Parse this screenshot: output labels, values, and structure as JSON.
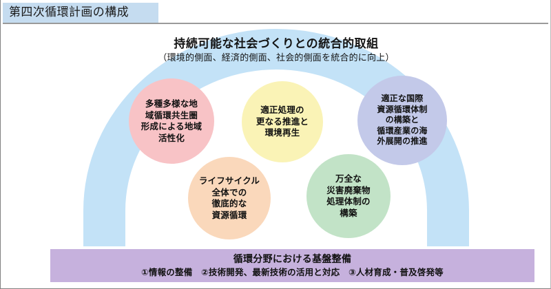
{
  "slide": {
    "title": "第四次循環計画の構成"
  },
  "arch": {
    "headline": "持続可能な社会づくりとの統合的取組",
    "subline": "（環境的側面、経済的側面、社会的側面を統合的に向上）",
    "color": "#c3e2f7"
  },
  "circles": [
    {
      "id": "regional",
      "label": "多種多様な地\n域循環共生圏\n形成による地域\n活性化",
      "color": "#f8c3c6"
    },
    {
      "id": "treatment",
      "label": "適正処理の\n更なる推進と\n環境再生",
      "color": "#faf3b6"
    },
    {
      "id": "international",
      "label": "適正な国際\n資源循環体制\nの構築と\n循環産業の海\n外展開の推進",
      "color": "#c3c9e9"
    },
    {
      "id": "lifecycle",
      "label": "ライフサイクル\n全体での\n徹底的な\n資源循環",
      "color": "#fad8bb"
    },
    {
      "id": "disaster",
      "label": "万全な\n災害廃棄物\n処理体制の\n構築",
      "color": "#c2e3c7"
    }
  ],
  "foundation": {
    "title": "循環分野における基盤整備",
    "items": "①情報の整備　②技術開発、最新技術の活用と対応　③人材育成・普及啓発等",
    "color": "#c6b1dd"
  }
}
